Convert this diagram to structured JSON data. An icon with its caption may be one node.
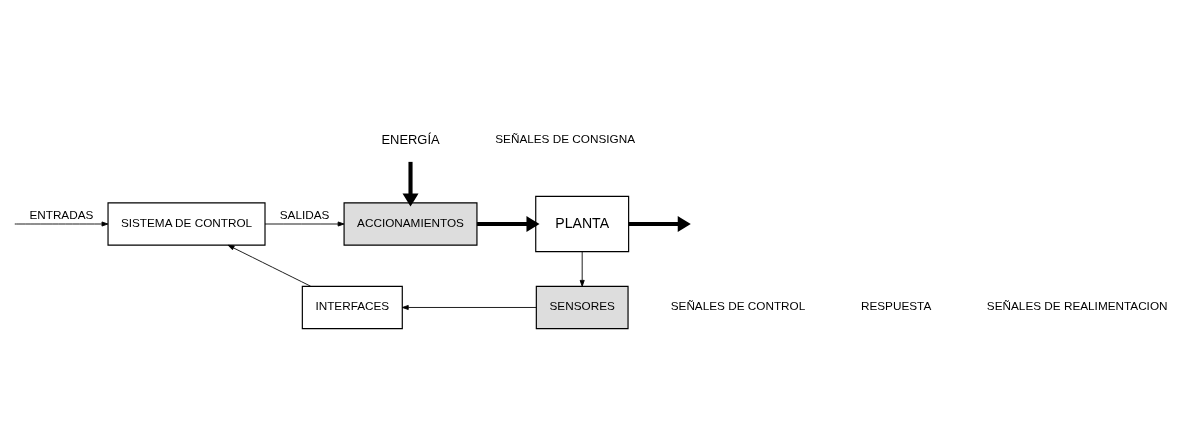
{
  "diagram": {
    "nodes": [
      {
        "text": [
          "SISTEMA DE CONTROL"
        ]
      },
      {
        "text": [
          "ACCIONAMIENTOS"
        ]
      },
      {
        "text": [
          "PLANTA"
        ]
      },
      {
        "text": [
          "SENSORES"
        ]
      },
      {
        "text": [
          "INTERFACES"
        ]
      },
      {
        "text": [
          "ENERGÍA"
        ]
      }
    ],
    "edges": [
      {
        "from": null,
        "to": 0,
        "arrow": "to",
        "label": "ENTRADAS"
      },
      {
        "from": 0,
        "to": 1,
        "arrow": "to",
        "label": "SALIDAS"
      },
      {
        "from": 5,
        "to": 1,
        "arrow": "to",
        "style": "thick"
      },
      {
        "from": 1,
        "to": 2,
        "arrow": "to",
        "style": "thick"
      },
      {
        "from": 2,
        "to": null,
        "arrow": "to",
        "style": "thick"
      },
      {
        "from": 2,
        "to": 3,
        "arrow": "to"
      },
      {
        "from": 3,
        "to": 4,
        "arrow": "to"
      },
      {
        "from": 4,
        "to": 0,
        "arrow": "to"
      }
    ],
    "labels": [
      "SEÑALES DE CONSIGNA",
      "SEÑALES DE CONTROL",
      "RESPUESTA",
      "SEÑALES DE REALIMENTACION"
    ]
  }
}
